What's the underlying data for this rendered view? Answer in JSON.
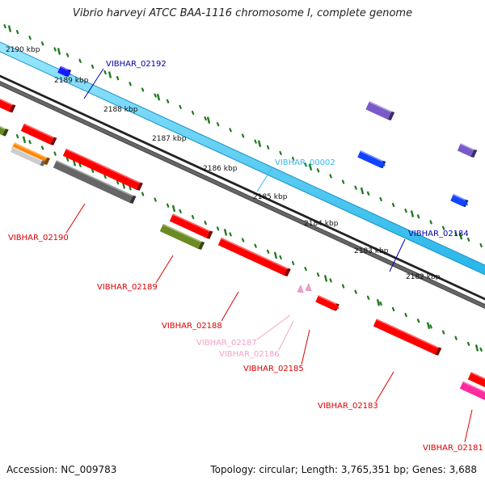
{
  "title": "Vibrio harveyi ATCC BAA-1116 chromosome I, complete genome",
  "accession": "Accession: NC_009783",
  "topology": "Topology: circular; Length: 3,765,351 bp; Genes: 3,688",
  "kbp_labels": [
    "2190 kbp",
    "2189 kbp",
    "2188 kbp",
    "2187 kbp",
    "2186 kbp",
    "2185 kbp",
    "2184 kbp",
    "2183 kbp",
    "2182 kbp"
  ],
  "genes": [
    {
      "name": "VIBHAR_02192",
      "color": "#0000aa"
    },
    {
      "name": "VIBHAR_00002",
      "color": "#33bbee"
    },
    {
      "name": "VIBHAR_02184",
      "color": "#0000aa"
    },
    {
      "name": "VIBHAR_02190",
      "color": "#dd0000"
    },
    {
      "name": "VIBHAR_02189",
      "color": "#dd0000"
    },
    {
      "name": "VIBHAR_02188",
      "color": "#dd0000"
    },
    {
      "name": "VIBHAR_02187",
      "color": "#f4a0c8"
    },
    {
      "name": "VIBHAR_02186",
      "color": "#f4a0c8"
    },
    {
      "name": "VIBHAR_02185",
      "color": "#dd0000"
    },
    {
      "name": "VIBHAR_02183",
      "color": "#dd0000"
    },
    {
      "name": "VIBHAR_02181",
      "color": "#dd0000"
    }
  ],
  "colors": {
    "cds_red": "#ff0000",
    "rrna_blue": "#1144ff",
    "gene_blue": "#1a1aff",
    "trna_purple": "#7a5ac8",
    "olive": "#6b8a23",
    "grey": "#666666",
    "orange": "#ff8800",
    "magenta": "#ff2aa0",
    "pink": "#f4a0c8",
    "tick_green": "#1f7a1f",
    "band_cyan": "#33ccff"
  }
}
